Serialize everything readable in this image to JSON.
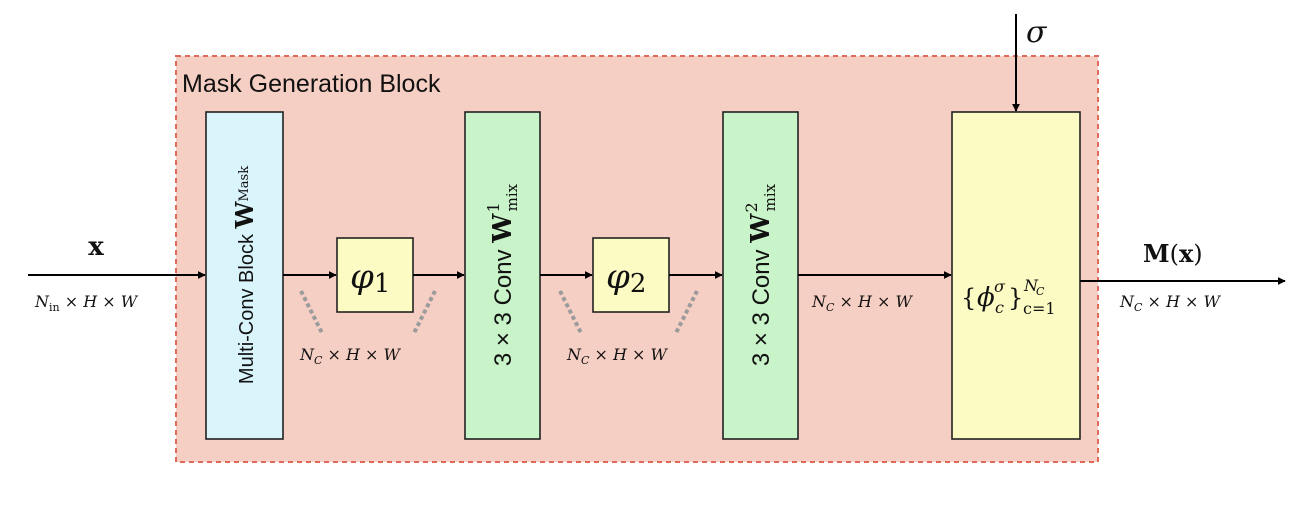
{
  "diagram": {
    "container_title": "Mask Generation Block",
    "blocks": {
      "multi_conv": {
        "text": "Multi-Conv Block ",
        "bold": "W",
        "sub": "Mask"
      },
      "phi1": {
        "sym": "φ",
        "sub": "1"
      },
      "conv1": {
        "text": "3 × 3 Conv ",
        "bold": "W",
        "sup": "1",
        "sub": "mix"
      },
      "phi2": {
        "sym": "φ",
        "sub": "2"
      },
      "conv2": {
        "text": "3 × 3 Conv ",
        "bold": "W",
        "sup": "2",
        "sub": "mix"
      },
      "phi_set": {
        "open": "{",
        "sym": "ϕ",
        "sup": "σ",
        "sub": "c",
        "close": "}",
        "upper": "N",
        "upper_sub": "C",
        "lower": "c=1"
      }
    },
    "labels": {
      "input_x": "x",
      "input_shape": {
        "N": "N",
        "sub": "in",
        "rest": " × H × W"
      },
      "shape_nc": {
        "N": "N",
        "sub": "C",
        "rest": " × H × W"
      },
      "sigma": "σ",
      "output": {
        "bold": "M",
        "open": "(",
        "x": "x",
        "close": ")"
      }
    },
    "colors": {
      "container_fill": "#f6cfc4",
      "container_border": "#e06a5a",
      "multi_conv_fill": "#d9f5fb",
      "conv_fill": "#c9f3c9",
      "phi_fill": "#fbfbc3",
      "dashes": "#9b9b9b"
    }
  }
}
